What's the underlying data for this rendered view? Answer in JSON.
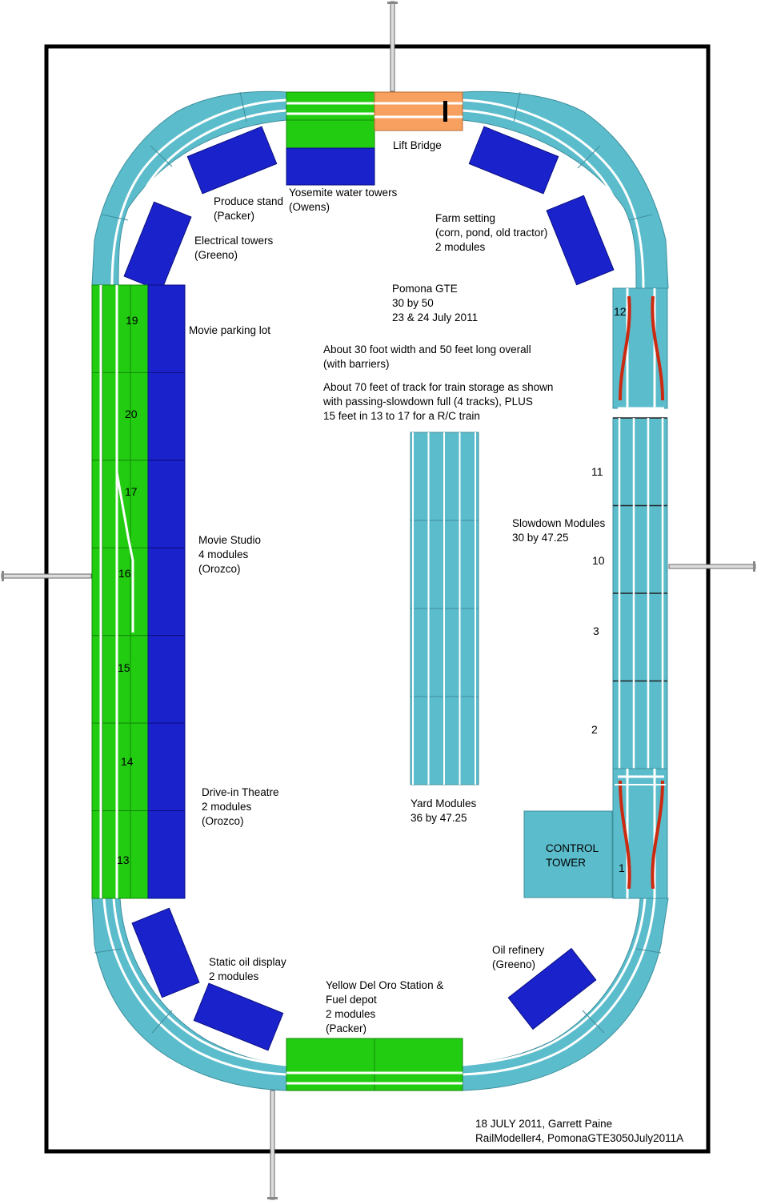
{
  "colors": {
    "module": "#5bbccc",
    "module_edge": "#3f8f9c",
    "green": "#22cc11",
    "blue": "#1a22cc",
    "orange": "#f7a060",
    "red": "#cc2a10",
    "track": "#ffffff",
    "border": "#000000"
  },
  "labels": {
    "lift_bridge": "Lift Bridge",
    "yosemite": [
      "Yosemite water towers",
      "(Owens)"
    ],
    "produce": [
      "Produce stand",
      "(Packer)"
    ],
    "electrical": [
      "Electrical towers",
      "(Greeno)"
    ],
    "farm": [
      "Farm setting",
      "(corn, pond, old tractor)",
      "2 modules"
    ],
    "pomona": [
      "Pomona GTE",
      "30 by 50",
      "23 & 24 July 2011"
    ],
    "width_note": [
      "About 30 foot width and 50 feet long overall",
      "(with barriers)"
    ],
    "track_note": [
      "About 70 feet of track for train storage as shown",
      "with passing-slowdown full (4 tracks), PLUS",
      "15 feet in 13 to 17 for a R/C train"
    ],
    "movie_parking": "Movie parking lot",
    "movie_studio": [
      "Movie Studio",
      "4 modules",
      "(Orozco)"
    ],
    "drive_in": [
      "Drive-in Theatre",
      "2 modules",
      "(Orozco)"
    ],
    "slowdown": [
      "Slowdown Modules",
      "30 by 47.25"
    ],
    "yard": [
      "Yard Modules",
      "36 by 47.25"
    ],
    "control_tower": [
      "CONTROL",
      "TOWER"
    ],
    "static_oil": [
      "Static oil display",
      "2 modules"
    ],
    "oil_refinery": [
      "Oil refinery",
      "(Greeno)"
    ],
    "del_oro": [
      "Yellow Del Oro Station &",
      "Fuel depot",
      "2 modules",
      "(Packer)"
    ],
    "credit": [
      "18 JULY 2011, Garrett Paine",
      "RailModeller4, PomonaGTE3050July2011A"
    ]
  },
  "module_numbers": {
    "m19": "19",
    "m20": "20",
    "m17": "17",
    "m16": "16",
    "m15": "15",
    "m14": "14",
    "m13": "13",
    "m12": "12",
    "m11": "11",
    "m10": "10",
    "m3": "3",
    "m2": "2",
    "m1": "1"
  }
}
